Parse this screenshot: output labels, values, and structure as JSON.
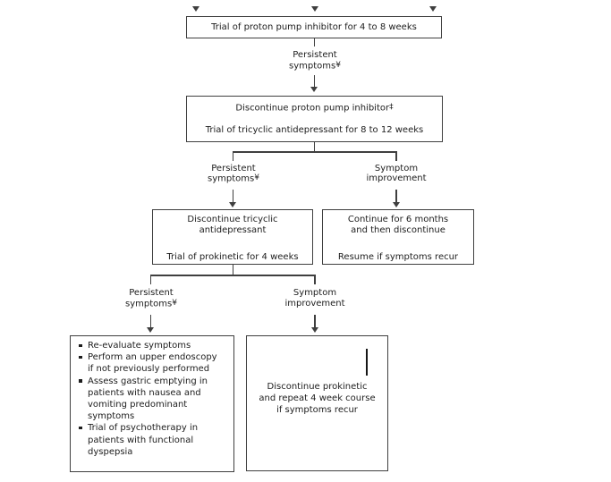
{
  "palette": {
    "bg": "#ffffff",
    "line": "#3f3f3f",
    "ink": "#1d1d1d"
  },
  "box_ppi_trial": {
    "text": "Trial of proton pump inhibitor for 4 to 8 weeks"
  },
  "label_persistent_1": {
    "line1": "Persistent",
    "line2": "symptoms",
    "mark": "¥"
  },
  "box_discontinue_ppi": {
    "line1": "Discontinue proton pump inhibitor",
    "line1_mark": "‡",
    "line2": "Trial of tricyclic antidepressant for 8 to 12 weeks"
  },
  "label_persistent_2": {
    "line1": "Persistent",
    "line2": "symptoms",
    "mark": "¥"
  },
  "label_improvement_1": {
    "line1": "Symptom",
    "line2": "improvement"
  },
  "box_discontinue_tca": {
    "line1": "Discontinue tricyclic",
    "line2": "antidepressant",
    "line3": "Trial of prokinetic for 4 weeks"
  },
  "box_continue_6mo": {
    "line1": "Continue for 6 months",
    "line2": "and then discontinue",
    "line3": "Resume if symptoms recur"
  },
  "label_persistent_3": {
    "line1": "Persistent",
    "line2": "symptoms",
    "mark": "¥"
  },
  "label_improvement_2": {
    "line1": "Symptom",
    "line2": "improvement"
  },
  "box_reevaluate": {
    "items": [
      "Re-evaluate symptoms",
      "Perform an upper endoscopy if not previously performed",
      "Assess gastric emptying in patients with nausea and vomiting predominant symptoms",
      "Trial of psychotherapy in patients with functional dyspepsia"
    ]
  },
  "box_discontinue_prokinetic": {
    "line1": "Discontinue prokinetic",
    "line2": "and repeat 4 week course",
    "line3": "if symptoms recur"
  }
}
